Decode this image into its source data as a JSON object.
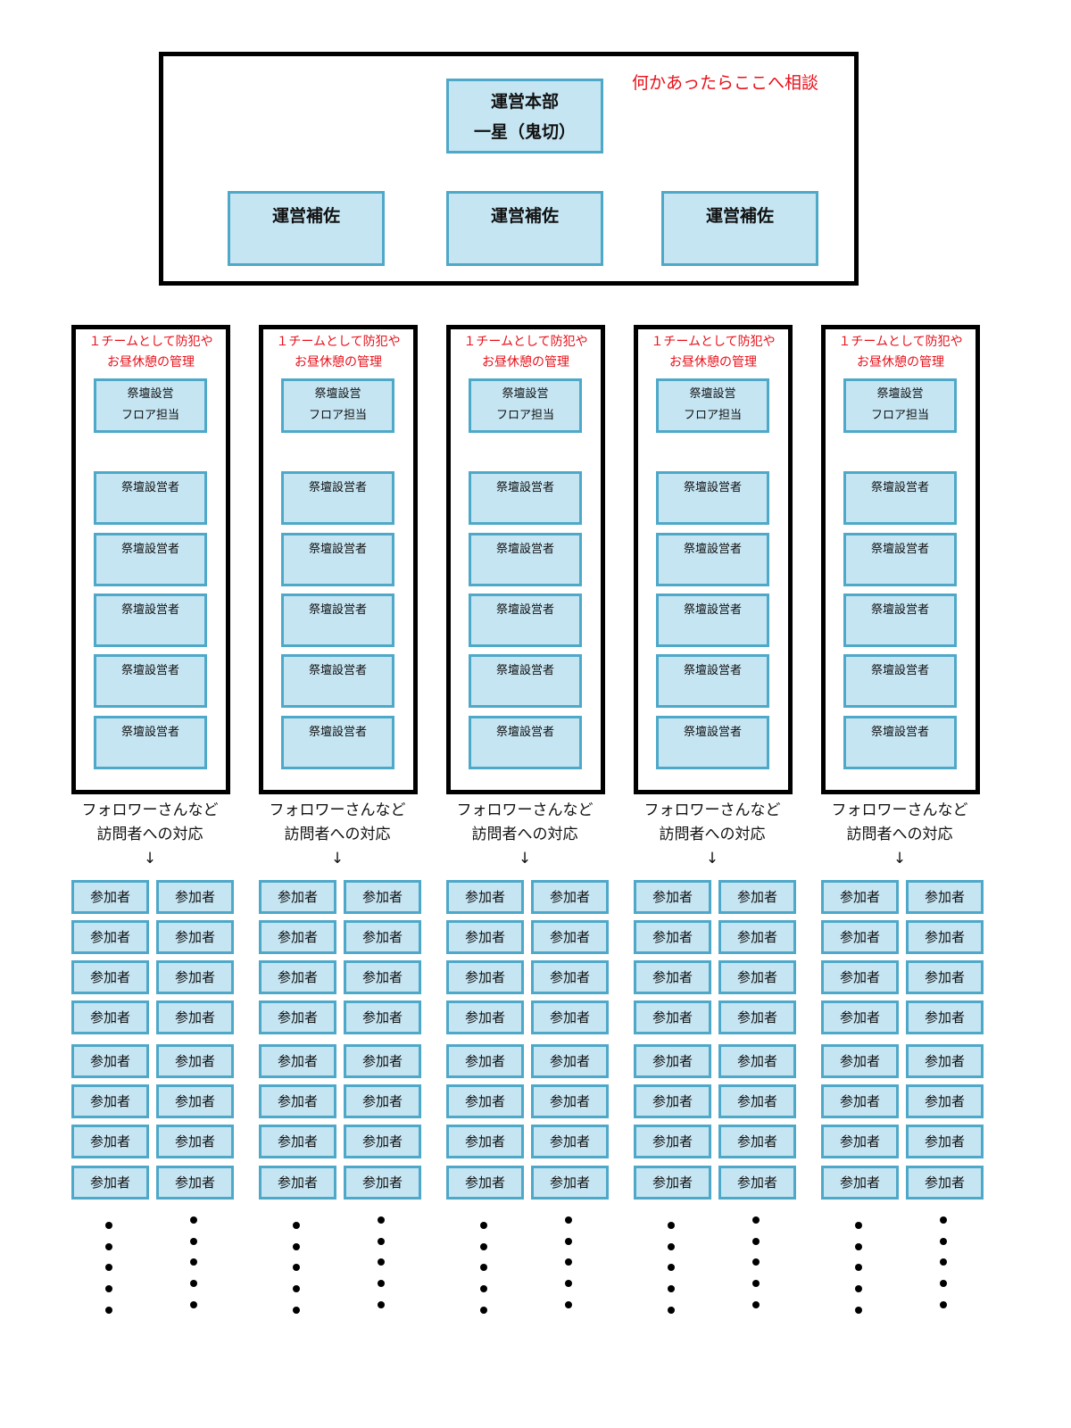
{
  "top": {
    "hq_title": "運営本部",
    "hq_name": "一星（鬼切）",
    "note": "何かあったらここへ相談",
    "assistants": [
      "運営補佐",
      "運営補佐",
      "運営補佐"
    ]
  },
  "columns": [
    {
      "note1": "１チームとして防犯や",
      "note2": "お昼休憩の管理",
      "lead1": "祭壇設営",
      "lead2": "フロア担当",
      "member": "祭壇設営者",
      "member_count": 5,
      "follower1": "フォロワーさんなど",
      "follower2": "訪問者への対応",
      "arrow": "↓",
      "participant": "参加者",
      "participant_rows": 8
    },
    {
      "note1": "１チームとして防犯や",
      "note2": "お昼休憩の管理",
      "lead1": "祭壇設営",
      "lead2": "フロア担当",
      "member": "祭壇設営者",
      "member_count": 5,
      "follower1": "フォロワーさんなど",
      "follower2": "訪問者への対応",
      "arrow": "↓",
      "participant": "参加者",
      "participant_rows": 8
    },
    {
      "note1": "１チームとして防犯や",
      "note2": "お昼休憩の管理",
      "lead1": "祭壇設営",
      "lead2": "フロア担当",
      "member": "祭壇設営者",
      "member_count": 5,
      "follower1": "フォロワーさんなど",
      "follower2": "訪問者への対応",
      "arrow": "↓",
      "participant": "参加者",
      "participant_rows": 8
    },
    {
      "note1": "１チームとして防犯や",
      "note2": "お昼休憩の管理",
      "lead1": "祭壇設営",
      "lead2": "フロア担当",
      "member": "祭壇設営者",
      "member_count": 5,
      "follower1": "フォロワーさんなど",
      "follower2": "訪問者への対応",
      "arrow": "↓",
      "participant": "参加者",
      "participant_rows": 8
    },
    {
      "note1": "１チームとして防犯や",
      "note2": "お昼休憩の管理",
      "lead1": "祭壇設営",
      "lead2": "フロア担当",
      "member": "祭壇設営者",
      "member_count": 5,
      "follower1": "フォロワーさんなど",
      "follower2": "訪問者への対応",
      "arrow": "↓",
      "participant": "参加者",
      "participant_rows": 8
    }
  ],
  "colors": {
    "box_fill": "#c5e5f3",
    "box_border": "#4ea8c8",
    "note": "#e8101a"
  }
}
